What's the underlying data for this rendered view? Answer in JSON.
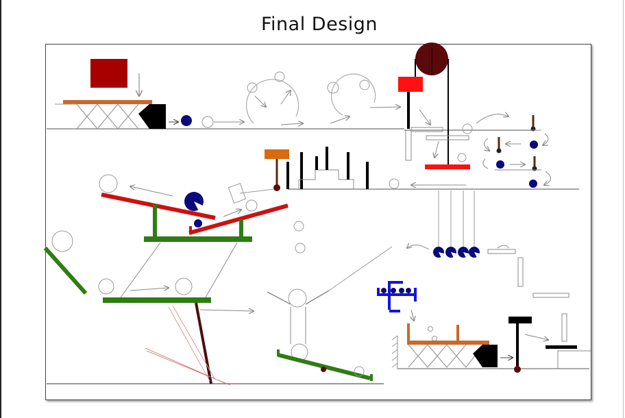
{
  "title": "Final Design",
  "colors": {
    "red": "#cc1111",
    "dark_red": "#a80000",
    "bright_red": "#ff1111",
    "maroon": "#5a0a0a",
    "green": "#2e7d12",
    "orange": "#c86a2a",
    "navy": "#0a0a7a",
    "blue": "#1414dd",
    "black": "#000000",
    "gray": "#888888"
  },
  "icons": [
    "scissor-lift",
    "pulley",
    "domino",
    "lever",
    "newtons-cradle",
    "ball",
    "ramp",
    "funnel",
    "seesaw",
    "hammer"
  ]
}
